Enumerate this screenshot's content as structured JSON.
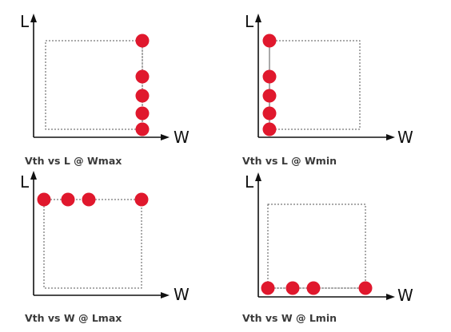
{
  "point_color": "#e0182d",
  "panels": [
    {
      "caption": "Vth vs L @ Wmax",
      "x_axis_label": "W",
      "y_axis_label": "L",
      "sweep": "L",
      "fixed": "W at max",
      "points": [
        {
          "w": "max",
          "l_frac": 1.0
        },
        {
          "w": "max",
          "l_frac": 0.59
        },
        {
          "w": "max",
          "l_frac": 0.37
        },
        {
          "w": "max",
          "l_frac": 0.17
        },
        {
          "w": "max",
          "l_frac": 0.0
        }
      ]
    },
    {
      "caption": "Vth vs L @ Wmin",
      "x_axis_label": "W",
      "y_axis_label": "L",
      "sweep": "L",
      "fixed": "W at min",
      "points": [
        {
          "w": "min",
          "l_frac": 1.0
        },
        {
          "w": "min",
          "l_frac": 0.59
        },
        {
          "w": "min",
          "l_frac": 0.37
        },
        {
          "w": "min",
          "l_frac": 0.17
        },
        {
          "w": "min",
          "l_frac": 0.0
        }
      ]
    },
    {
      "caption": "Vth vs W @ Lmax",
      "x_axis_label": "W",
      "y_axis_label": "L",
      "sweep": "W",
      "fixed": "L at max",
      "points": [
        {
          "l": "max",
          "w_frac": 0.0
        },
        {
          "l": "max",
          "w_frac": 0.24
        },
        {
          "l": "max",
          "w_frac": 0.46
        },
        {
          "l": "max",
          "w_frac": 1.0
        }
      ]
    },
    {
      "caption": "Vth vs W @ Lmin",
      "x_axis_label": "W",
      "y_axis_label": "L",
      "sweep": "W",
      "fixed": "L at min",
      "points": [
        {
          "l": "min",
          "w_frac": 0.0
        },
        {
          "l": "min",
          "w_frac": 0.25
        },
        {
          "l": "min",
          "w_frac": 0.46
        },
        {
          "l": "min",
          "w_frac": 1.0
        }
      ]
    }
  ]
}
